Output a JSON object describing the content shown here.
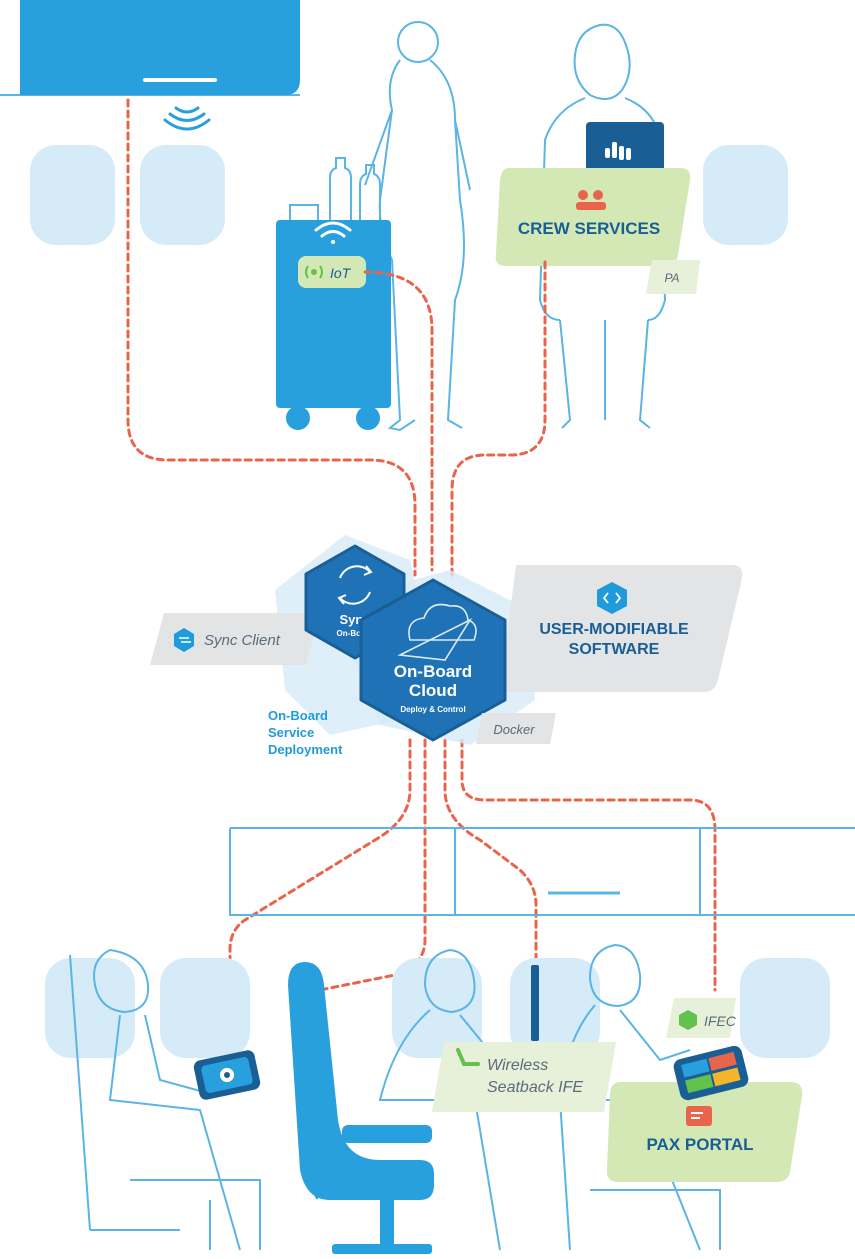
{
  "labels": {
    "crew_services": "CREW SERVICES",
    "pa": "PA",
    "iot": "IoT",
    "sync_title": "Sync",
    "sync_sub": "On-Board",
    "cloud_line1": "On-Board",
    "cloud_line2": "Cloud",
    "cloud_sub": "Deploy & Control",
    "sync_client": "Sync Client",
    "user_modifiable_line1": "USER-MODIFIABLE",
    "user_modifiable_line2": "SOFTWARE",
    "docker": "Docker",
    "deployment_line1": "On-Board",
    "deployment_line2": "Service",
    "deployment_line3": "Deployment",
    "ifec": "IFEC",
    "wireless_line1": "Wireless",
    "wireless_line2": "Seatback IFE",
    "pax_portal": "PAX PORTAL"
  },
  "colors": {
    "line_blue": "#5ab4e5",
    "window_fill": "#d6ebf8",
    "solid_blue": "#29a0de",
    "dark_blue": "#1a5e96",
    "connection_red": "#e8644a",
    "green_card": "#d3e8b4",
    "grey_card": "#e2e4e6",
    "deploy_text": "#1f9bdb",
    "green_icon": "#62c24b",
    "orange_icon": "#e8644a"
  },
  "icons": [
    "wifi-icon",
    "iot-signal-icon",
    "crew-icon",
    "code-icon",
    "sync-icon",
    "cloud-plane-icon",
    "sync-client-icon",
    "ifec-icon",
    "seatback-icon",
    "pax-portal-icon",
    "tablet-icon",
    "touch-hand-icon"
  ]
}
